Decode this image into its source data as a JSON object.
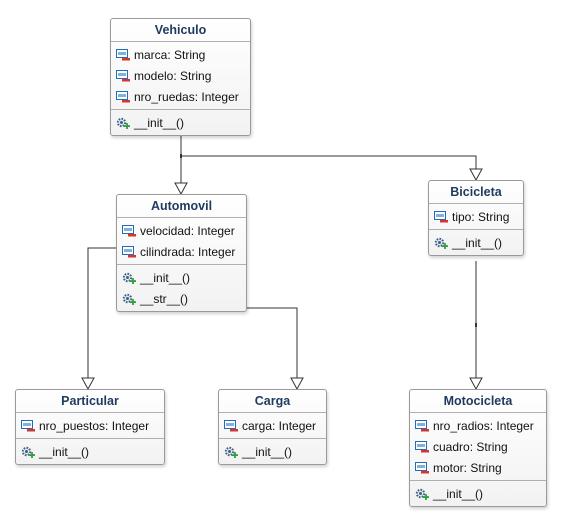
{
  "diagram": {
    "classes": [
      {
        "id": "vehiculo",
        "name": "Vehiculo",
        "attributes": [
          "marca: String",
          "modelo: String",
          "nro_ruedas: Integer"
        ],
        "operations": [
          "__init__()"
        ]
      },
      {
        "id": "automovil",
        "name": "Automovil",
        "attributes": [
          "velocidad: Integer",
          "cilindrada: Integer"
        ],
        "operations": [
          "__init__()",
          "__str__()"
        ]
      },
      {
        "id": "bicicleta",
        "name": "Bicicleta",
        "attributes": [
          "tipo: String"
        ],
        "operations": [
          "__init__()"
        ]
      },
      {
        "id": "particular",
        "name": "Particular",
        "attributes": [
          "nro_puestos: Integer"
        ],
        "operations": [
          "__init__()"
        ]
      },
      {
        "id": "carga",
        "name": "Carga",
        "attributes": [
          "carga: Integer"
        ],
        "operations": [
          "__init__()"
        ]
      },
      {
        "id": "motocicleta",
        "name": "Motocicleta",
        "attributes": [
          "nro_radios: Integer",
          "cuadro: String",
          "motor: String"
        ],
        "operations": [
          "__init__()"
        ]
      }
    ],
    "generalizations": [
      {
        "child": "automovil",
        "parent": "vehiculo"
      },
      {
        "child": "bicicleta",
        "parent": "vehiculo"
      },
      {
        "child": "particular",
        "parent": "automovil"
      },
      {
        "child": "carga",
        "parent": "automovil"
      },
      {
        "child": "motocicleta",
        "parent": "bicicleta"
      }
    ],
    "icons": {
      "attribute": "field-private-icon",
      "operation": "method-public-icon"
    },
    "colors": {
      "title": "#1f3a5f",
      "border": "#9a9a9a",
      "edge": "#333333",
      "field_icon": "#1e6fb8",
      "private_marker": "#d9342b",
      "method_gear": "#3b5f86",
      "public_marker": "#2e9e3f"
    }
  }
}
